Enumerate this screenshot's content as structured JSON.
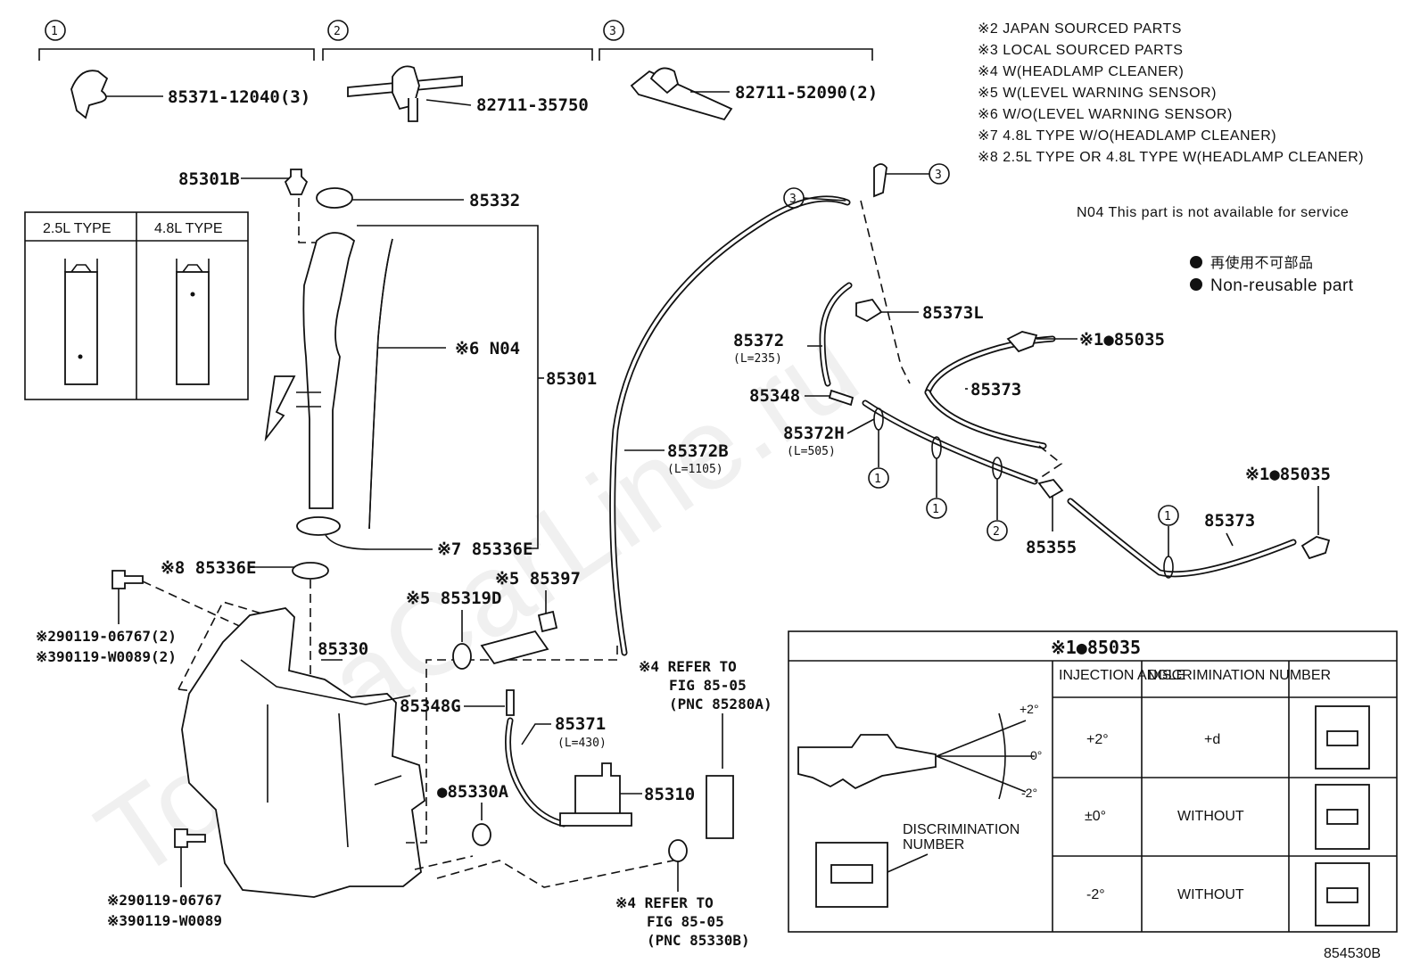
{
  "watermark": "ToyotaCarLine.ru",
  "group_headers": [
    {
      "num": "1",
      "part": "85371-12040(3)"
    },
    {
      "num": "2",
      "part": "82711-35750"
    },
    {
      "num": "3",
      "part": "82711-52090(2)"
    }
  ],
  "notes": [
    "※2 JAPAN SOURCED PARTS",
    "※3 LOCAL SOURCED PARTS",
    "※4 W(HEADLAMP CLEANER)",
    "※5 W(LEVEL WARNING SENSOR)",
    "※6 W/O(LEVEL WARNING SENSOR)",
    "※7 4.8L TYPE W/O(HEADLAMP CLEANER)",
    "※8 2.5L TYPE OR 4.8L TYPE W(HEADLAMP CLEANER)"
  ],
  "n04_note": "N04  This part is not available for service",
  "legend": {
    "jp": "再使用不可部品",
    "en": "Non-reusable part"
  },
  "type_box": {
    "col1": "2.5L TYPE",
    "col2": "4.8L TYPE"
  },
  "labels": {
    "p85301B": "85301B",
    "p85332": "85332",
    "pN04": "※6 N04",
    "p85301": "85301",
    "p85336E_7": "※7 85336E",
    "p85336E_8": "※8 85336E",
    "bolt_a1": "※290119-06767(2)",
    "bolt_a2": "※390119-W0089(2)",
    "p85330": "85330",
    "bolt_b1": "※290119-06767",
    "bolt_b2": "※390119-W0089",
    "p85319D": "※5 85319D",
    "p85397": "※5 85397",
    "p85348G": "85348G",
    "p85371": "85371",
    "p85371_len": "(L=430)",
    "p85330A": "●85330A",
    "p85310": "85310",
    "ref1_a": "※4 REFER TO",
    "ref1_b": "FIG 85-05",
    "ref1_c": "(PNC 85280A)",
    "ref2_a": "※4 REFER TO",
    "ref2_b": "FIG 85-05",
    "ref2_c": "(PNC 85330B)",
    "p85372B": "85372B",
    "p85372B_len": "(L=1105)",
    "p85372": "85372",
    "p85372_len": "(L=235)",
    "p85373L": "85373L",
    "p85348": "85348",
    "p85372H": "85372H",
    "p85372H_len": "(L=505)",
    "p85035_a": "※1●85035",
    "p85373_a": "85373",
    "p85035_b": "※1●85035",
    "p85373_b": "85373",
    "p85355": "85355",
    "callouts": [
      "3",
      "3",
      "1",
      "1",
      "2",
      "1"
    ]
  },
  "nozzle_table": {
    "title": "※1●85035",
    "headers": [
      "INJECTION ANGLE",
      "DISCRIMINATION NUMBER"
    ],
    "angles": [
      "+2°",
      "0°",
      "-2°"
    ],
    "disc_label": [
      "DISCRIMINATION",
      "NUMBER"
    ],
    "rows": [
      {
        "angle": "+2°",
        "number": "+d"
      },
      {
        "angle": "±0°",
        "number": "WITHOUT"
      },
      {
        "angle": "-2°",
        "number": "WITHOUT"
      }
    ]
  },
  "figure_id": "854530B"
}
